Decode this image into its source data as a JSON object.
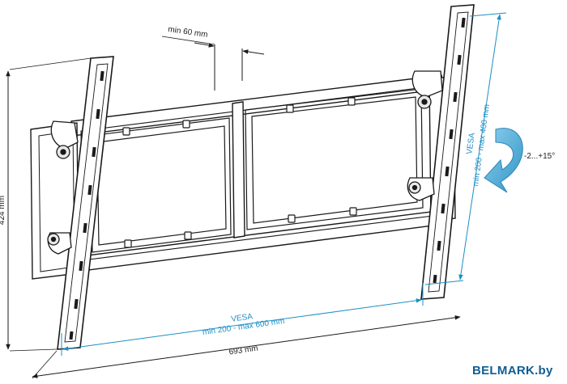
{
  "dimensions": {
    "depth": "min 60 mm",
    "height": "424 mm",
    "width": "693 mm",
    "tilt": "-2...+15°"
  },
  "vesa_horizontal": {
    "label": "VESA",
    "range": "min 200 - max 600 mm"
  },
  "vesa_vertical": {
    "label": "VESA",
    "range": "min 200 - max 400 mm"
  },
  "brand": "BELMARK.by",
  "colors": {
    "line": "#1a1a1a",
    "vesa_accent": "#1b8fc4",
    "tilt_arrow": "#5ab4dc",
    "brand": "#0f5e93"
  }
}
